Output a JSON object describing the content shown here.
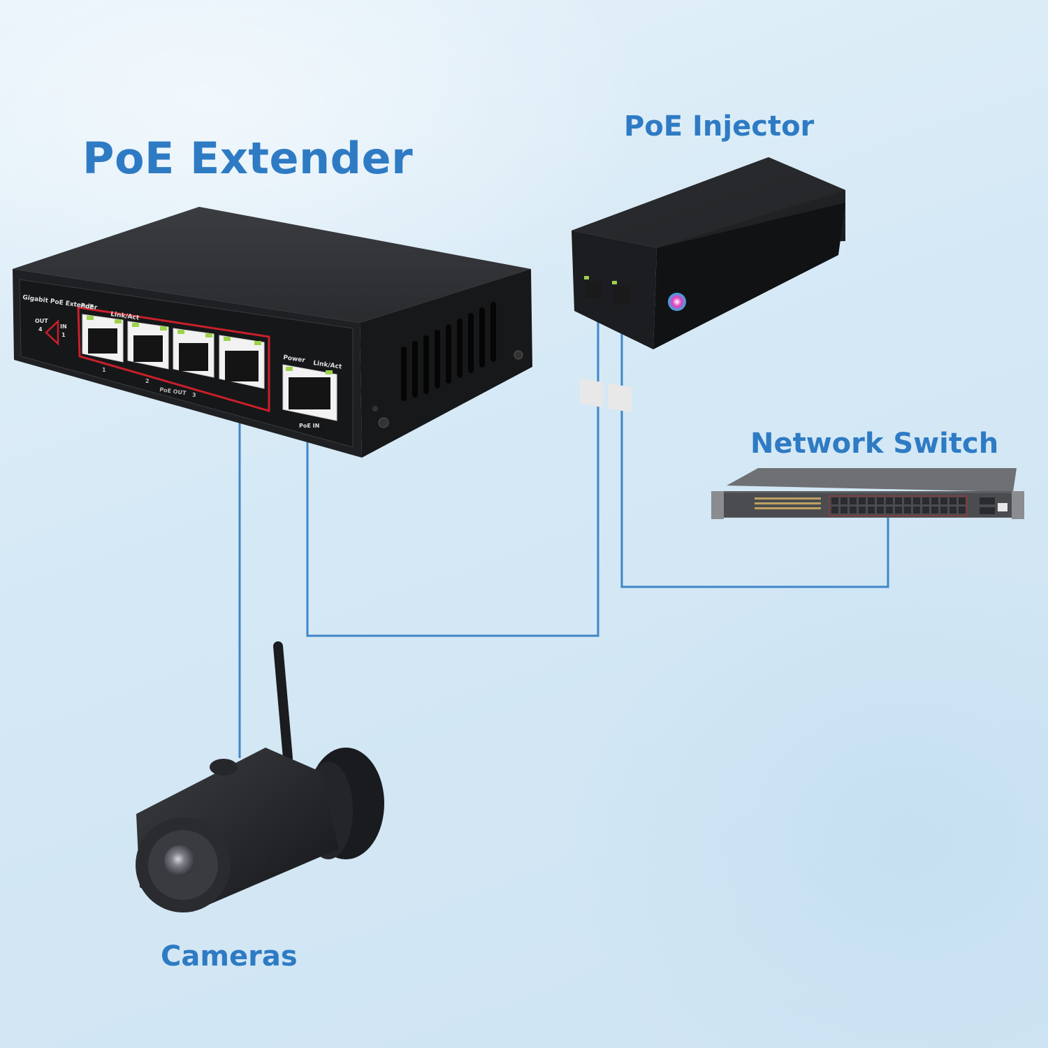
{
  "labels": {
    "poe_extender": "PoE Extender",
    "poe_injector": "PoE Injector",
    "network_switch": "Network Switch",
    "cameras": "Cameras"
  },
  "extender_panel": {
    "brand": "Gigabit PoE Extender",
    "poe": "PoE",
    "link_act_left": "Link/Act",
    "out": "OUT",
    "out_num": "4",
    "in": "IN",
    "in_num": "1",
    "port_1": "1",
    "port_2": "2",
    "port_3": "3",
    "poe_out": "PoE OUT",
    "power": "Power",
    "link_act_right": "Link/Act",
    "poe_in": "PoE IN"
  },
  "colors": {
    "connection_line": "#3f86c8",
    "label": "#2e7bc4",
    "device_body": "#1e1f22",
    "port_highlight": "#c9202a"
  }
}
